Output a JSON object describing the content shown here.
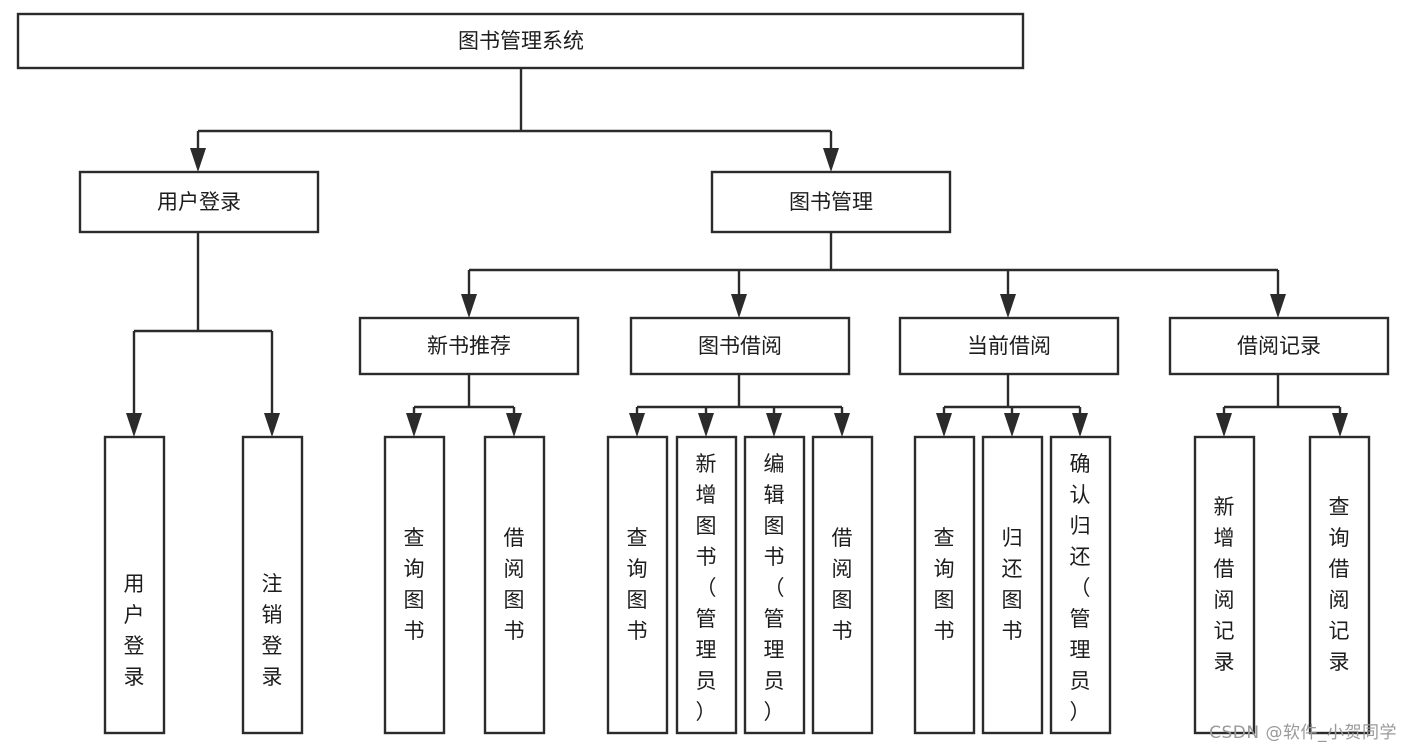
{
  "diagram": {
    "title": "图书管理系统",
    "type": "tree-hierarchy",
    "watermark": "CSDN @软件_小贺同学",
    "colors": {
      "stroke": "#2b2b2b",
      "fill": "#ffffff",
      "text": "#1d1d1d",
      "watermark": "#9a9a9a"
    },
    "levels": {
      "root": {
        "label": "图书管理系统"
      },
      "level2": [
        {
          "label": "用户登录"
        },
        {
          "label": "图书管理"
        }
      ],
      "level3": [
        {
          "label": "新书推荐"
        },
        {
          "label": "图书借阅"
        },
        {
          "label": "当前借阅"
        },
        {
          "label": "借阅记录"
        }
      ],
      "leaves": {
        "user_login": [
          {
            "label": "用户登录"
          },
          {
            "label": "注销登录"
          }
        ],
        "new_book_recommend": [
          {
            "label": "查询图书"
          },
          {
            "label": "借阅图书"
          }
        ],
        "book_borrow": [
          {
            "label": "查询图书"
          },
          {
            "label": "新增图书（管理员）"
          },
          {
            "label": "编辑图书（管理员）"
          },
          {
            "label": "借阅图书"
          }
        ],
        "current_borrow": [
          {
            "label": "查询图书"
          },
          {
            "label": "归还图书"
          },
          {
            "label": "确认归还（管理员）"
          }
        ],
        "borrow_records": [
          {
            "label": "新增借阅记录"
          },
          {
            "label": "查询借阅记录"
          }
        ]
      }
    }
  }
}
